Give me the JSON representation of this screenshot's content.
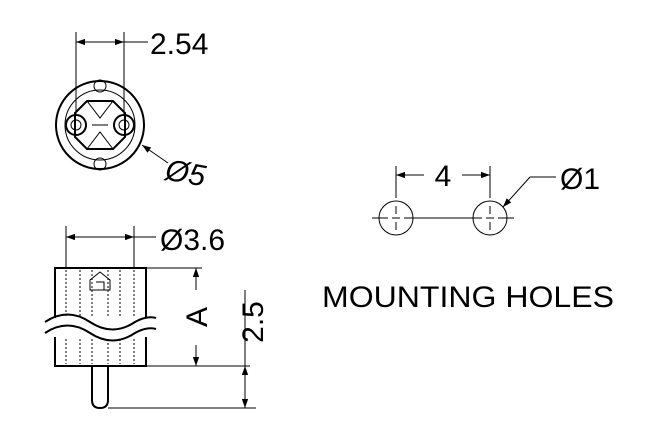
{
  "front_view": {
    "pitch_label": "2.54",
    "diameter_label": "Ø5"
  },
  "side_view": {
    "diameter_label": "Ø3.6",
    "height_label": "A",
    "lead_label": "2.5"
  },
  "mounting_holes": {
    "spacing_label": "4",
    "hole_diameter_label": "Ø1",
    "title": "MOUNTING HOLES"
  }
}
